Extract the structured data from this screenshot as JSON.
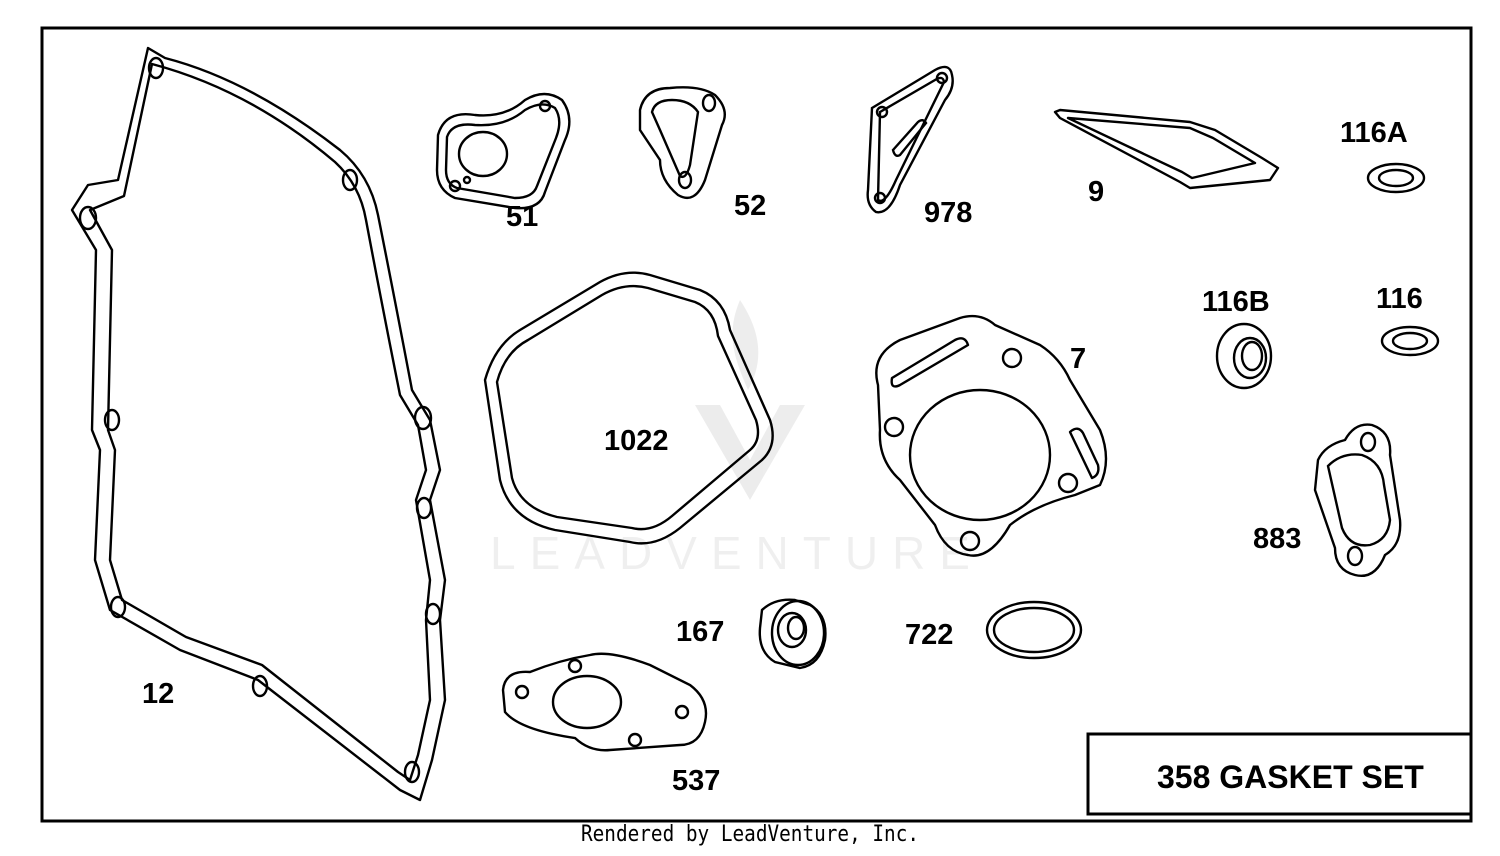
{
  "diagram": {
    "title": "358 GASKET SET",
    "footer": "Rendered by LeadVenture, Inc.",
    "watermark": "LEADVENTURE",
    "parts": {
      "p12": "12",
      "p51": "51",
      "p52": "52",
      "p978": "978",
      "p9": "9",
      "p116A": "116A",
      "p116B": "116B",
      "p116": "116",
      "p1022": "1022",
      "p7": "7",
      "p883": "883",
      "p167": "167",
      "p722": "722",
      "p537": "537"
    }
  }
}
